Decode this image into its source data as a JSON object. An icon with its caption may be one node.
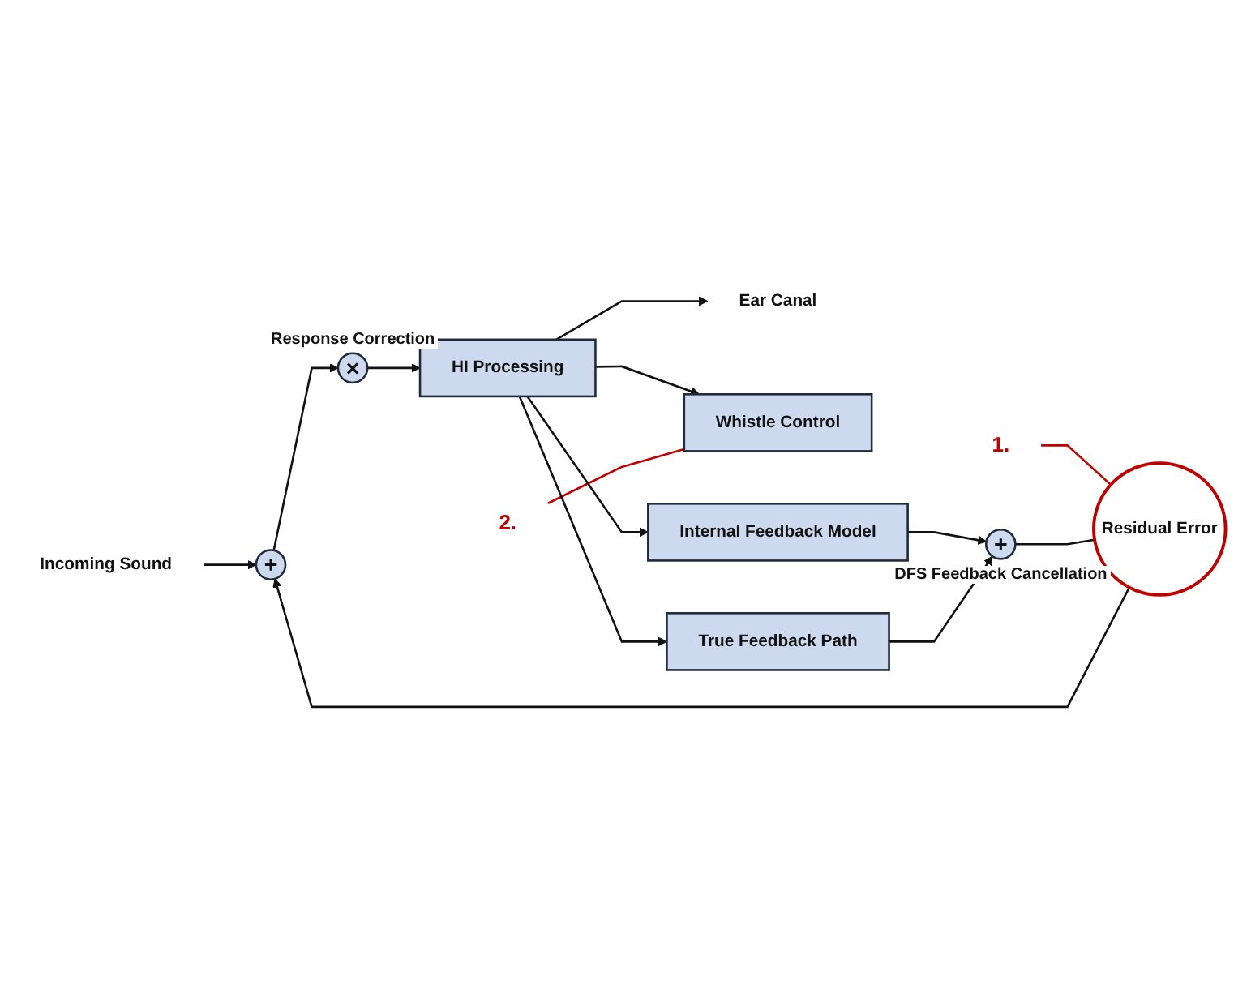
{
  "diagram": {
    "nodes": [
      {
        "text": [
          "Incoming Sound"
        ]
      },
      {
        "text": [
          "+"
        ]
      },
      {
        "text": [
          "×"
        ],
        "beside": [
          "Response Correction"
        ]
      },
      {
        "text": [
          "HI Processing"
        ]
      },
      {
        "text": [
          "Ear Canal"
        ]
      },
      {
        "text": [
          "2."
        ]
      },
      {
        "text": [
          "Whistle Control"
        ]
      },
      {
        "text": [
          "1."
        ]
      },
      {
        "text": [
          "Residual Error"
        ]
      },
      {
        "text": [
          "Internal Feedback Model"
        ]
      },
      {
        "text": [
          "True Feedback Path"
        ]
      },
      {
        "text": [
          "+"
        ],
        "beside": [
          "DFS Feedback Cancellation"
        ]
      }
    ],
    "edges": [
      {
        "from": 0,
        "to": 1,
        "arrow": "to"
      },
      {
        "from": 1,
        "to": 2,
        "arrow": "to"
      },
      {
        "from": 2,
        "to": 3,
        "arrow": "to"
      },
      {
        "from": 3,
        "to": 4,
        "arrow": "to"
      },
      {
        "from": 3,
        "to": 6,
        "arrow": "to"
      },
      {
        "from": 5,
        "to": 6,
        "arrow": "none",
        "color": "#c00000"
      },
      {
        "from": 7,
        "to": 8,
        "arrow": "none",
        "color": "#c00000"
      },
      {
        "from": 3,
        "to": 9,
        "arrow": "to"
      },
      {
        "from": 3,
        "to": 10,
        "arrow": "to"
      },
      {
        "from": 9,
        "to": 11,
        "arrow": "to"
      },
      {
        "from": 10,
        "to": 11,
        "arrow": "to"
      },
      {
        "from": 11,
        "to": 8,
        "arrow": "none"
      },
      {
        "from": 8,
        "to": 1,
        "arrow": "to"
      }
    ]
  }
}
